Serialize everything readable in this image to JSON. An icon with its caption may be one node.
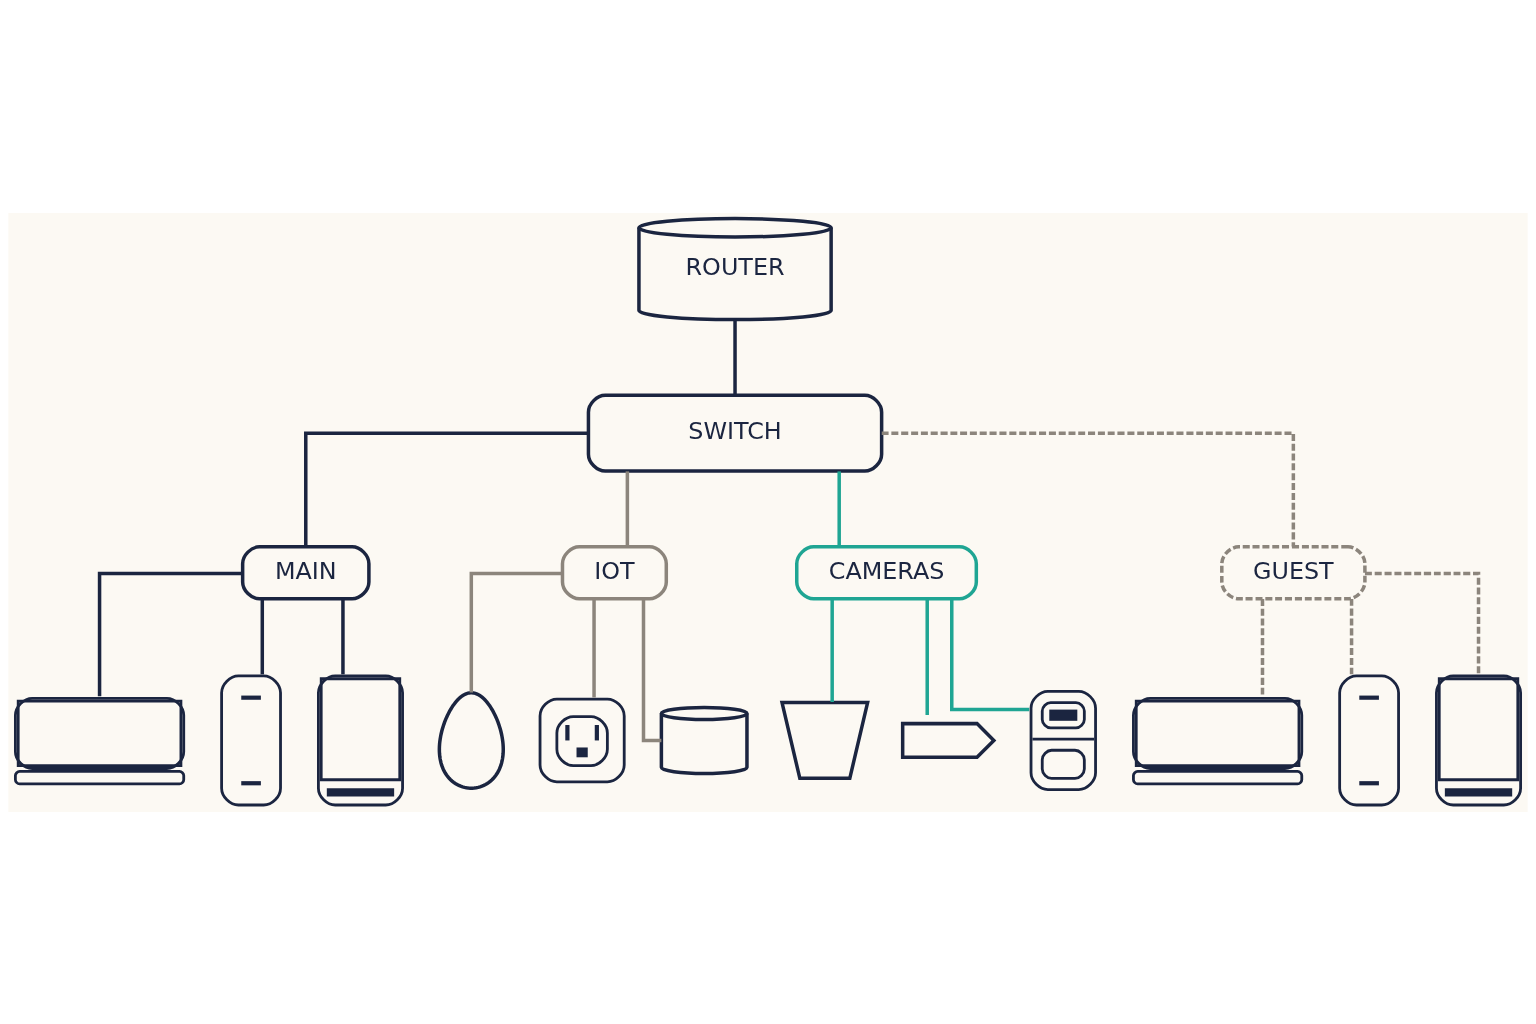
{
  "diagram": {
    "nodes": [
      {
        "text": [
          "ROUTER"
        ]
      },
      {
        "text": [
          "SWITCH"
        ]
      },
      {
        "text": [
          "MAIN"
        ]
      },
      {
        "text": [
          "IOT"
        ]
      },
      {
        "text": [
          "CAMERAS"
        ]
      },
      {
        "text": [
          "GUEST"
        ]
      },
      {
        "text": [],
        "shape": "picture"
      },
      {
        "text": [],
        "shape": "picture"
      },
      {
        "text": [],
        "shape": "picture"
      },
      {
        "text": [],
        "shape": "picture"
      },
      {
        "text": [],
        "shape": "picture"
      },
      {
        "text": [],
        "shape": "picture"
      },
      {
        "text": [],
        "shape": "picture"
      },
      {
        "text": [],
        "shape": "picture"
      },
      {
        "text": [],
        "shape": "picture"
      },
      {
        "text": [],
        "shape": "picture"
      },
      {
        "text": [],
        "shape": "picture"
      },
      {
        "text": [],
        "shape": "picture"
      }
    ],
    "edges": [
      {
        "from": 0,
        "to": 1,
        "arrow": "none",
        "color": "#1b2540"
      },
      {
        "from": 1,
        "to": 2,
        "arrow": "none",
        "color": "#1b2540"
      },
      {
        "from": 1,
        "to": 3,
        "arrow": "none",
        "color": "#8c857c"
      },
      {
        "from": 1,
        "to": 4,
        "arrow": "none",
        "color": "#1fa593"
      },
      {
        "from": 1,
        "to": 5,
        "arrow": "none",
        "style": "dashed",
        "color": "#8c857c"
      },
      {
        "from": 2,
        "to": 6,
        "arrow": "none",
        "color": "#1b2540"
      },
      {
        "from": 2,
        "to": 7,
        "arrow": "none",
        "color": "#1b2540"
      },
      {
        "from": 2,
        "to": 8,
        "arrow": "none",
        "color": "#1b2540"
      },
      {
        "from": 3,
        "to": 9,
        "arrow": "none",
        "color": "#8c857c"
      },
      {
        "from": 3,
        "to": 10,
        "arrow": "none",
        "color": "#8c857c"
      },
      {
        "from": 3,
        "to": 11,
        "arrow": "none",
        "color": "#8c857c"
      },
      {
        "from": 4,
        "to": 12,
        "arrow": "none",
        "color": "#1fa593"
      },
      {
        "from": 4,
        "to": 13,
        "arrow": "none",
        "color": "#1fa593"
      },
      {
        "from": 4,
        "to": 14,
        "arrow": "none",
        "color": "#1fa593"
      },
      {
        "from": 5,
        "to": 15,
        "arrow": "none",
        "style": "dashed",
        "color": "#8c857c"
      },
      {
        "from": 5,
        "to": 16,
        "arrow": "none",
        "style": "dashed",
        "color": "#8c857c"
      },
      {
        "from": 5,
        "to": 17,
        "arrow": "none",
        "style": "dashed",
        "color": "#8c857c"
      }
    ]
  }
}
